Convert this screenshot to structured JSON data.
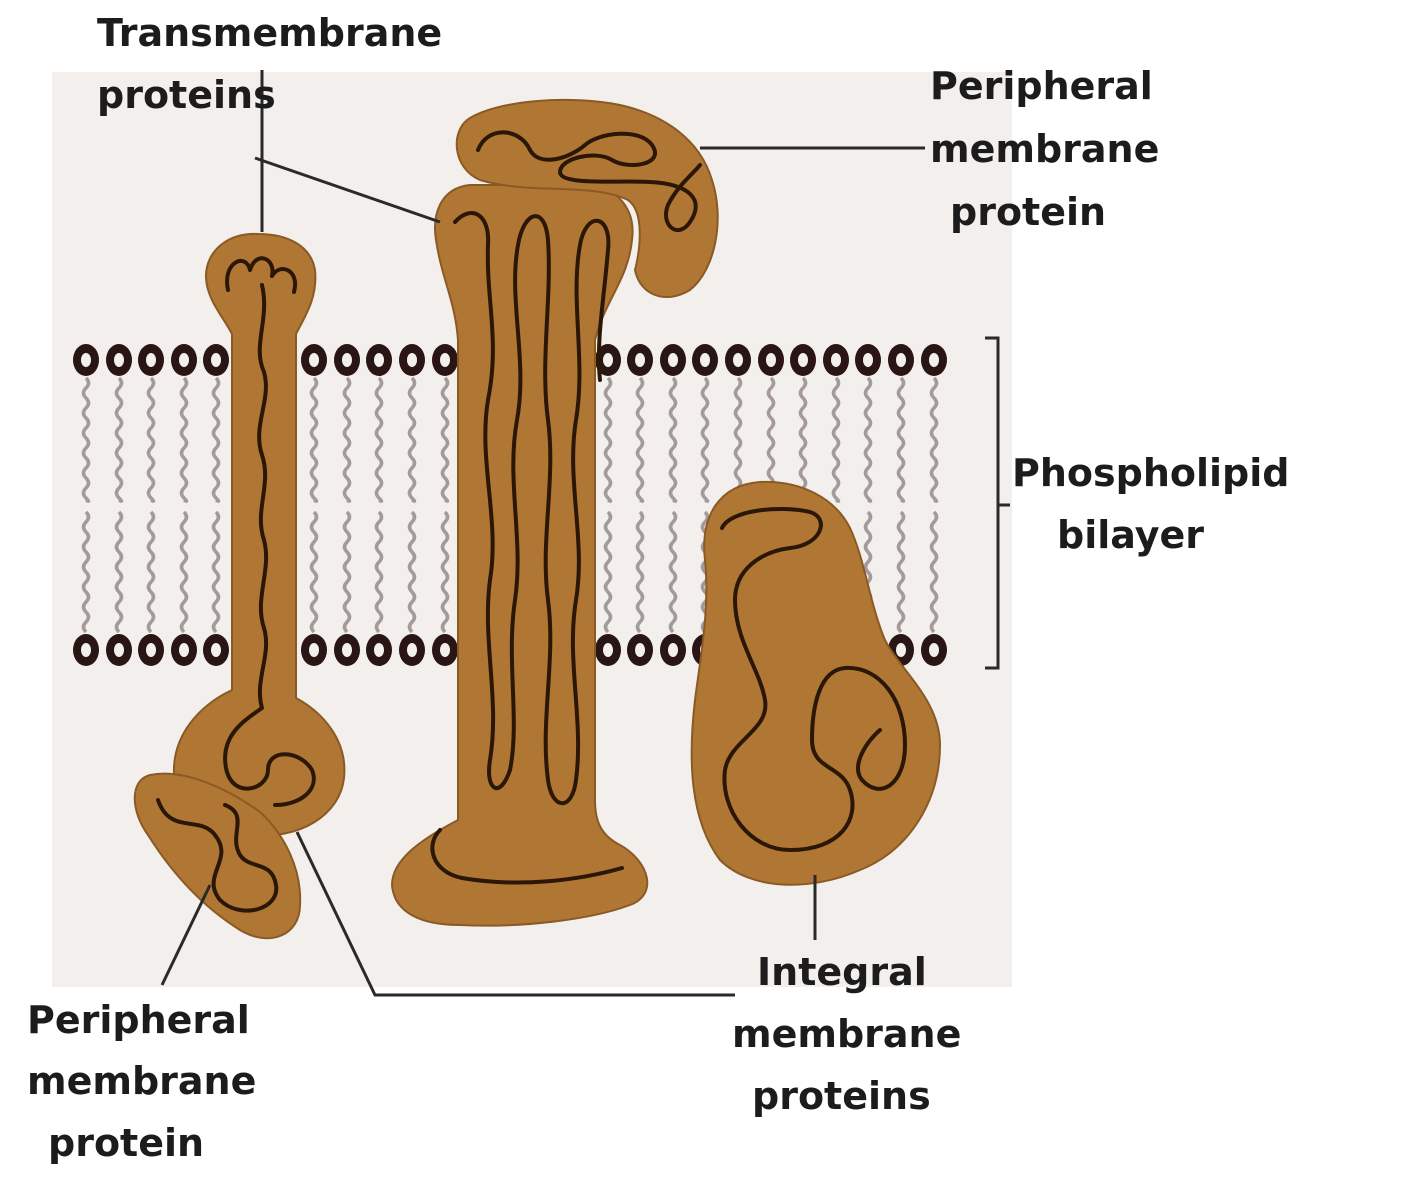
{
  "labels": {
    "transmembrane": [
      "Transmembrane",
      "proteins"
    ],
    "peripheral_top": [
      "Peripheral",
      "membrane",
      "protein"
    ],
    "phospholipid": [
      "Phospholipid",
      "bilayer"
    ],
    "peripheral_bottom": [
      "Peripheral",
      "membrane",
      "protein"
    ],
    "integral": [
      "Integral",
      "membrane",
      "proteins"
    ]
  },
  "colors": {
    "protein": "#b07634",
    "coil": "#2b1705",
    "phosphate_head": "#2a1515",
    "lipid_tail": "#a49a9c",
    "background_panel": "#f3efed"
  }
}
